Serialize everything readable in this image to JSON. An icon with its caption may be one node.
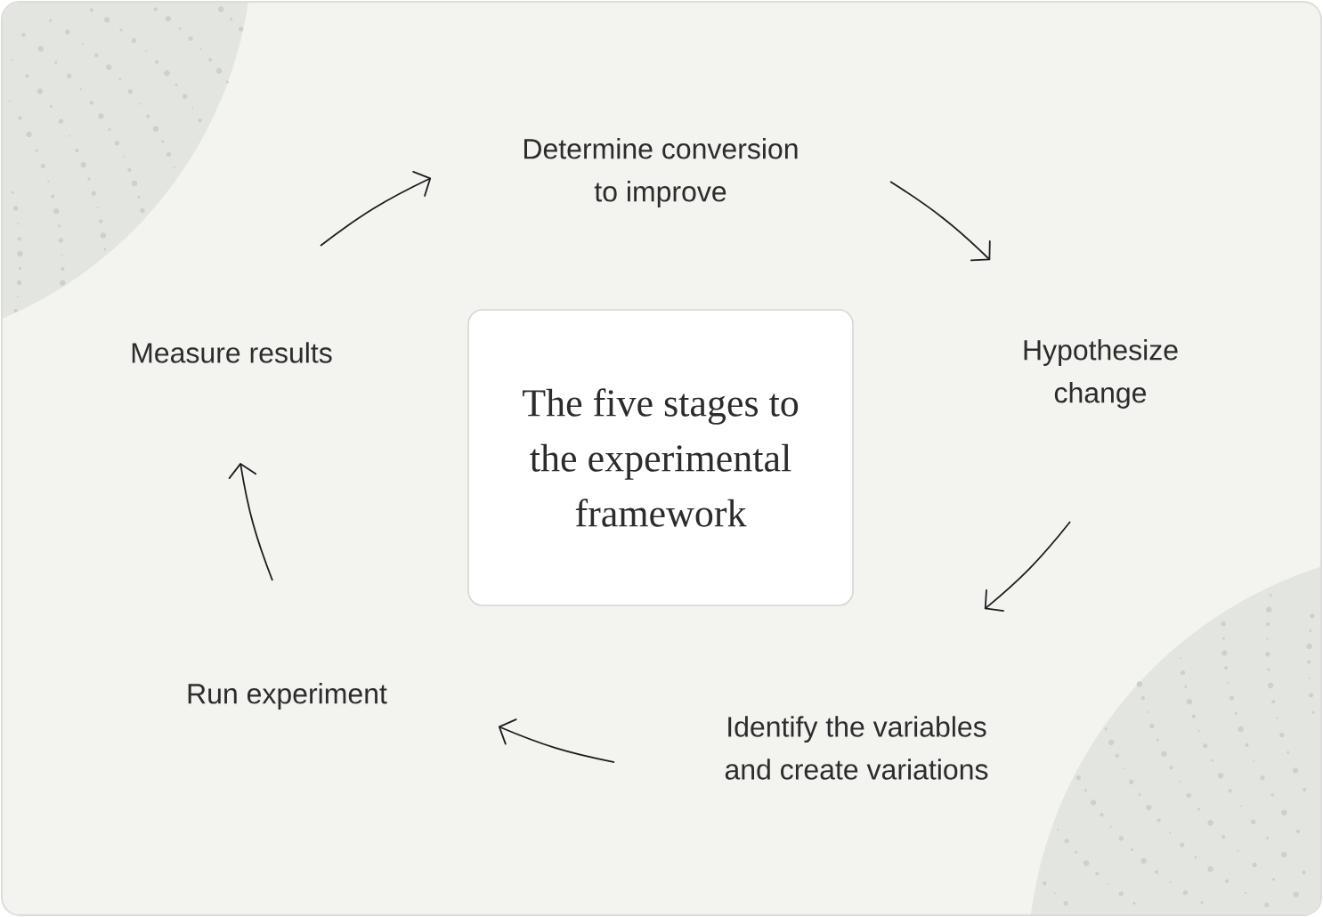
{
  "diagram": {
    "nodes": [
      {
        "text": [
          "The five stages to the experimental framework"
        ]
      },
      {
        "text": [
          "Determine conversion to improve"
        ]
      },
      {
        "text": [
          "Hypothesize change"
        ]
      },
      {
        "text": [
          "Identify the variables and create variations"
        ]
      },
      {
        "text": [
          "Run experiment"
        ]
      },
      {
        "text": [
          "Measure results"
        ]
      }
    ],
    "edges": [
      {
        "from": 1,
        "to": 2,
        "arrow": "to"
      },
      {
        "from": 2,
        "to": 3,
        "arrow": "to"
      },
      {
        "from": 3,
        "to": 4,
        "arrow": "to"
      },
      {
        "from": 4,
        "to": 5,
        "arrow": "to"
      },
      {
        "from": 5,
        "to": 1,
        "arrow": "to"
      }
    ]
  }
}
